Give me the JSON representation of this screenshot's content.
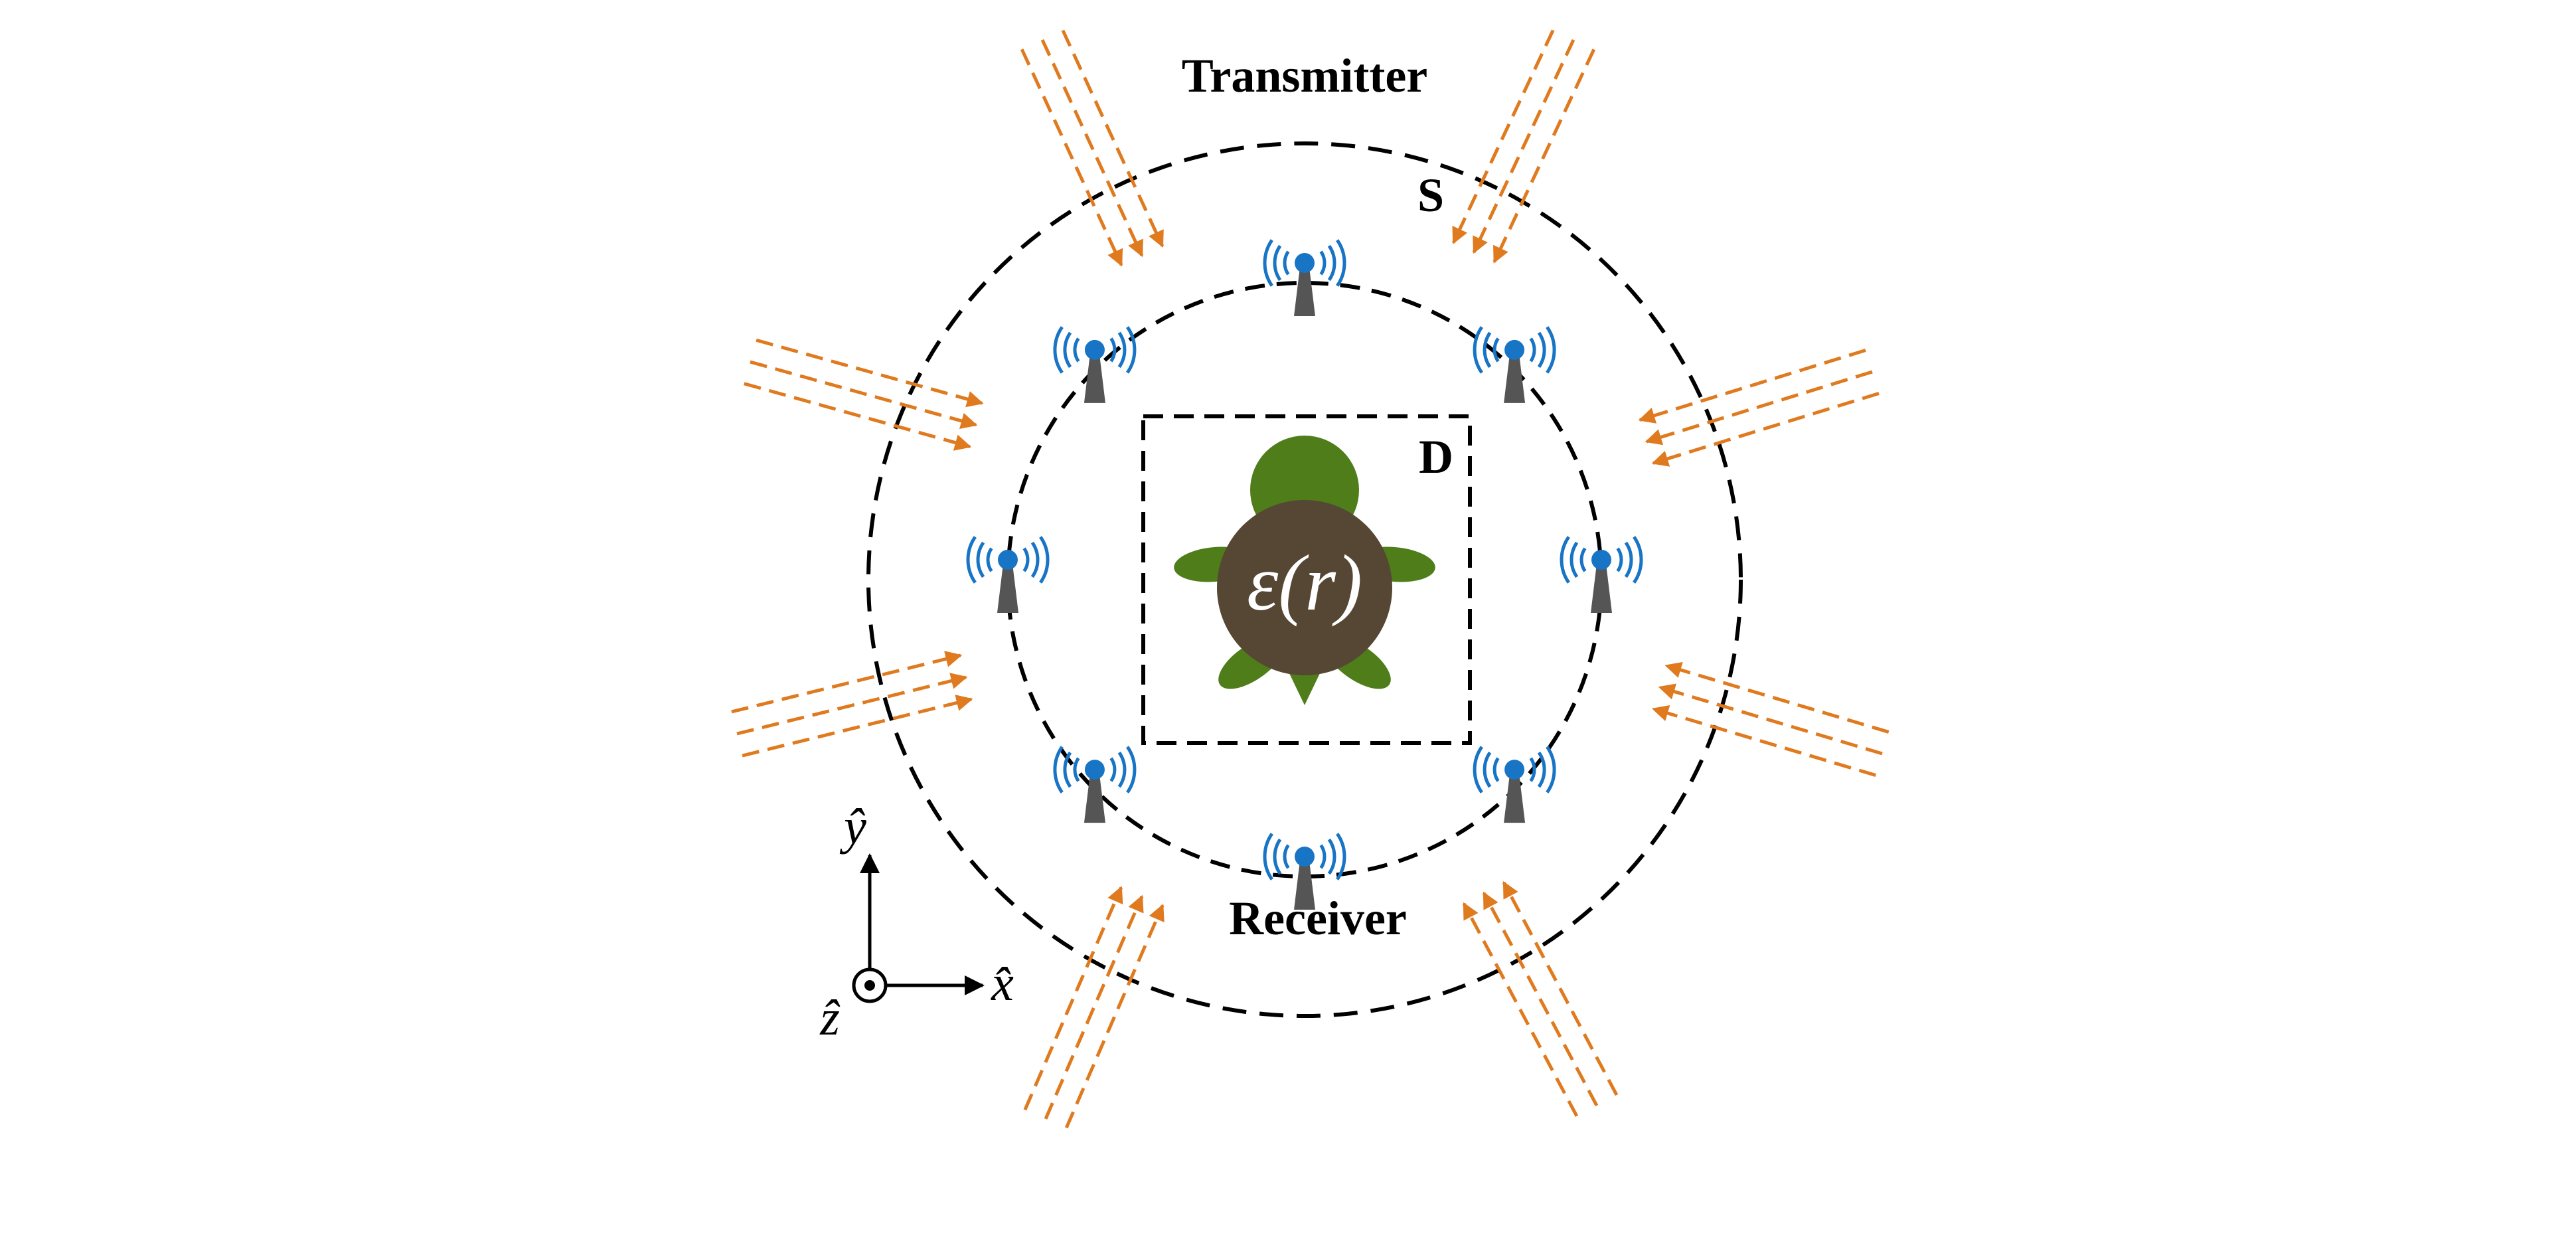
{
  "labels": {
    "transmitter": "Transmitter",
    "receiver": "Receiver",
    "surface": "S",
    "domain": "D",
    "permittivity_symbol": "ε",
    "permittivity_arg": "(r)"
  },
  "axes": {
    "x": "x̂",
    "y": "ŷ",
    "z": "ẑ"
  },
  "antenna_count": 8,
  "incident_wave_groups": 8,
  "colors": {
    "wave": "#E07A1F",
    "antenna_dot": "#1874C4",
    "antenna_mast": "#555555",
    "shell": "#554733",
    "limb": "#4E7D1A",
    "dashed_line": "#000000"
  },
  "icons": {
    "antenna": "antenna-icon",
    "object": "turtle-scatterer-icon"
  }
}
